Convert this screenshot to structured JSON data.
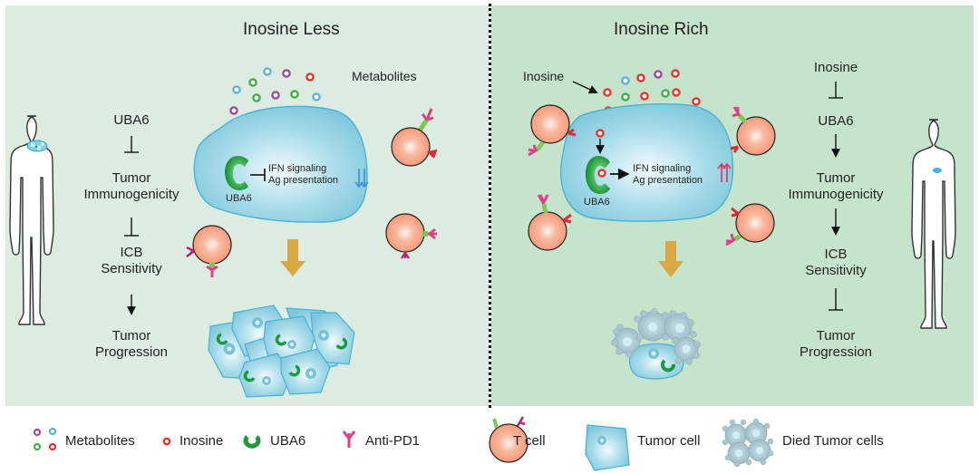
{
  "left_panel": {
    "title": "Inosine Less",
    "metabolites_label": "Metabolites",
    "uba6_label": "UBA6",
    "signal_lines": [
      "IFN signaling",
      "Ag presentation"
    ],
    "signal_trend": "down",
    "flow": [
      {
        "text": [
          "UBA6"
        ],
        "link_after": "inhibits"
      },
      {
        "text": [
          "Tumor",
          "Immunogenicity"
        ],
        "link_after": "inhibits"
      },
      {
        "text": [
          "ICB",
          "Sensitivity"
        ],
        "link_after": "activates"
      },
      {
        "text": [
          "Tumor",
          "Progression"
        ],
        "link_after": null
      }
    ],
    "outcome": "tumor-cell-cluster"
  },
  "right_panel": {
    "title": "Inosine Rich",
    "inosine_label": "Inosine",
    "uba6_label": "UBA6",
    "signal_lines": [
      "IFN signaling",
      "Ag presentation"
    ],
    "signal_trend": "up",
    "flow": [
      {
        "text": [
          "Inosine"
        ],
        "link_after": "inhibits"
      },
      {
        "text": [
          "UBA6"
        ],
        "link_after": "activates"
      },
      {
        "text": [
          "Tumor",
          "Immunogenicity"
        ],
        "link_after": "activates"
      },
      {
        "text": [
          "ICB",
          "Sensitivity"
        ],
        "link_after": "inhibits"
      },
      {
        "text": [
          "Tumor",
          "Progression"
        ],
        "link_after": null
      }
    ],
    "outcome": "died-tumor-cells"
  },
  "legend": [
    {
      "icon": "metabolites-icon",
      "label": "Metabolites"
    },
    {
      "icon": "inosine-icon",
      "label": "Inosine"
    },
    {
      "icon": "uba6-icon",
      "label": "UBA6"
    },
    {
      "icon": "anti-pd1-icon",
      "label": "Anti-PD1"
    },
    {
      "icon": "t-cell-icon",
      "label": "T cell"
    },
    {
      "icon": "tumor-cell-icon",
      "label": "Tumor cell"
    },
    {
      "icon": "died-tumor-cells-icon",
      "label": "Died Tumor cells"
    }
  ],
  "colors": {
    "left_bg": "#dcece0",
    "right_bg": "#c6e4cc",
    "tumor_cell": "#9fd6e6",
    "t_cell": "#f6a487",
    "uba6": "#1e9a3c",
    "inosine": "#e8332a",
    "metabolite_purple": "#9b4a9e",
    "metabolite_blue": "#5fb0e0",
    "metabolite_green": "#3fae4a",
    "anti_pd1": "#e0408a",
    "pd1_receptor": "#e02838",
    "arrow_gold": "#d9a844",
    "down_arrow": "#3b8fd6",
    "up_arrow": "#e0305a"
  }
}
